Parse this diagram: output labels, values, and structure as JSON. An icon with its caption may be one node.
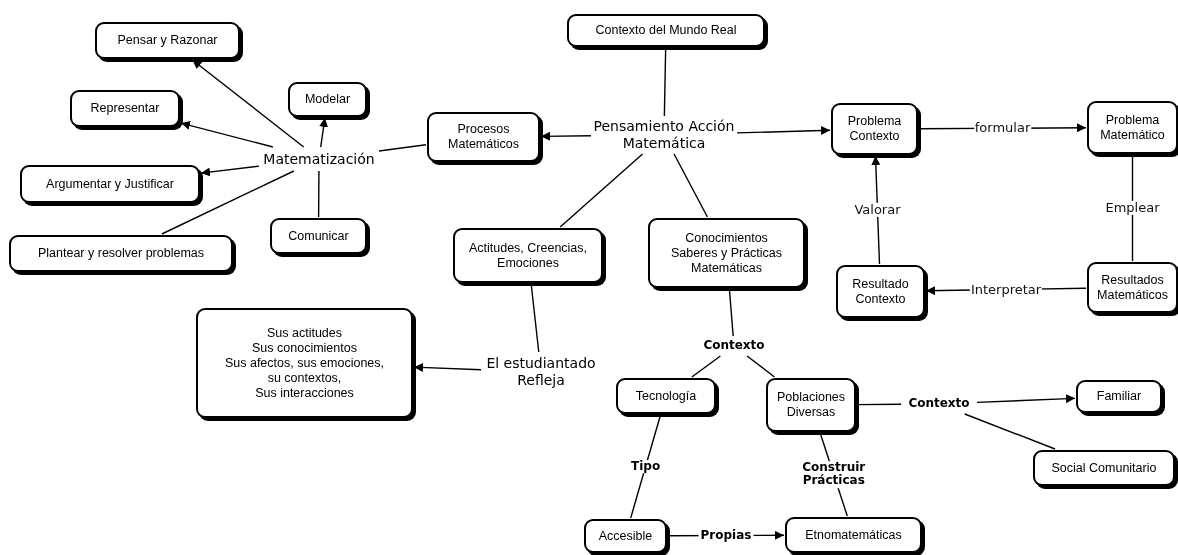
{
  "diagram": {
    "nodes": [
      {
        "text": [
          "Contexto del Mundo Real"
        ]
      },
      {
        "text": [
          "Pensamiento Acción Matemática"
        ]
      },
      {
        "text": [
          "Procesos Matemáticos"
        ]
      },
      {
        "text": [
          "Matematización"
        ]
      },
      {
        "text": [
          "Pensar y Razonar"
        ]
      },
      {
        "text": [
          "Representar"
        ]
      },
      {
        "text": [
          "Modelar"
        ]
      },
      {
        "text": [
          "Argumentar y Justificar"
        ]
      },
      {
        "text": [
          "Plantear y resolver problemas"
        ]
      },
      {
        "text": [
          "Comunicar"
        ]
      },
      {
        "text": [
          "Actitudes, Creencias, Emociones"
        ]
      },
      {
        "text": [
          "Conocimientos Saberes y Prácticas Matemáticas"
        ]
      },
      {
        "text": [
          "Problema Contexto"
        ]
      },
      {
        "text": [
          "Problema Matemático"
        ]
      },
      {
        "text": [
          "Resultados Matemáticos"
        ]
      },
      {
        "text": [
          "Resultado Contexto"
        ]
      },
      {
        "text": [
          "El estudiantado Refleja"
        ]
      },
      {
        "text": [
          "Sus actitudes",
          "Sus conocimientos",
          "Sus afectos, sus emociones,",
          "su contextos,",
          "Sus interacciones"
        ]
      },
      {
        "text": [
          "Contexto"
        ]
      },
      {
        "text": [
          "Tecnología"
        ]
      },
      {
        "text": [
          "Poblaciones Diversas"
        ]
      },
      {
        "text": [
          "Contexto"
        ]
      },
      {
        "text": [
          "Familiar"
        ]
      },
      {
        "text": [
          "Social Comunitario"
        ]
      },
      {
        "text": [
          "Accesible"
        ]
      },
      {
        "text": [
          "Etnomatemáticas"
        ]
      }
    ],
    "edges": [
      {
        "from": 0,
        "to": 1,
        "arrow": "none"
      },
      {
        "from": 1,
        "to": 2,
        "arrow": "to"
      },
      {
        "from": 1,
        "to": 12,
        "arrow": "to"
      },
      {
        "from": 1,
        "to": 10,
        "arrow": "none"
      },
      {
        "from": 1,
        "to": 11,
        "arrow": "none"
      },
      {
        "from": 2,
        "to": 3,
        "arrow": "none"
      },
      {
        "from": 3,
        "to": 4,
        "arrow": "to"
      },
      {
        "from": 3,
        "to": 5,
        "arrow": "to"
      },
      {
        "from": 3,
        "to": 6,
        "arrow": "to"
      },
      {
        "from": 3,
        "to": 7,
        "arrow": "to"
      },
      {
        "from": 3,
        "to": 8,
        "arrow": "none"
      },
      {
        "from": 9,
        "to": 3,
        "arrow": "none"
      },
      {
        "from": 12,
        "to": 13,
        "arrow": "to",
        "label": "formular"
      },
      {
        "from": 13,
        "to": 14,
        "arrow": "none",
        "label": "Emplear"
      },
      {
        "from": 14,
        "to": 15,
        "arrow": "to",
        "label": "Interpretar"
      },
      {
        "from": 15,
        "to": 12,
        "arrow": "to",
        "label": "Valorar"
      },
      {
        "from": 10,
        "to": 16,
        "arrow": "none"
      },
      {
        "from": 16,
        "to": 17,
        "arrow": "to"
      },
      {
        "from": 11,
        "to": 18,
        "arrow": "none"
      },
      {
        "from": 18,
        "to": 19,
        "arrow": "none"
      },
      {
        "from": 18,
        "to": 20,
        "arrow": "none"
      },
      {
        "from": 20,
        "to": 21,
        "arrow": "none"
      },
      {
        "from": 21,
        "to": 22,
        "arrow": "to"
      },
      {
        "from": 21,
        "to": 23,
        "arrow": "none"
      },
      {
        "from": 19,
        "to": 24,
        "arrow": "none",
        "label": "Tipo"
      },
      {
        "from": 24,
        "to": 25,
        "arrow": "to",
        "label": "Propias"
      },
      {
        "from": 20,
        "to": 25,
        "arrow": "none",
        "label": "Construir Prácticas"
      }
    ]
  }
}
